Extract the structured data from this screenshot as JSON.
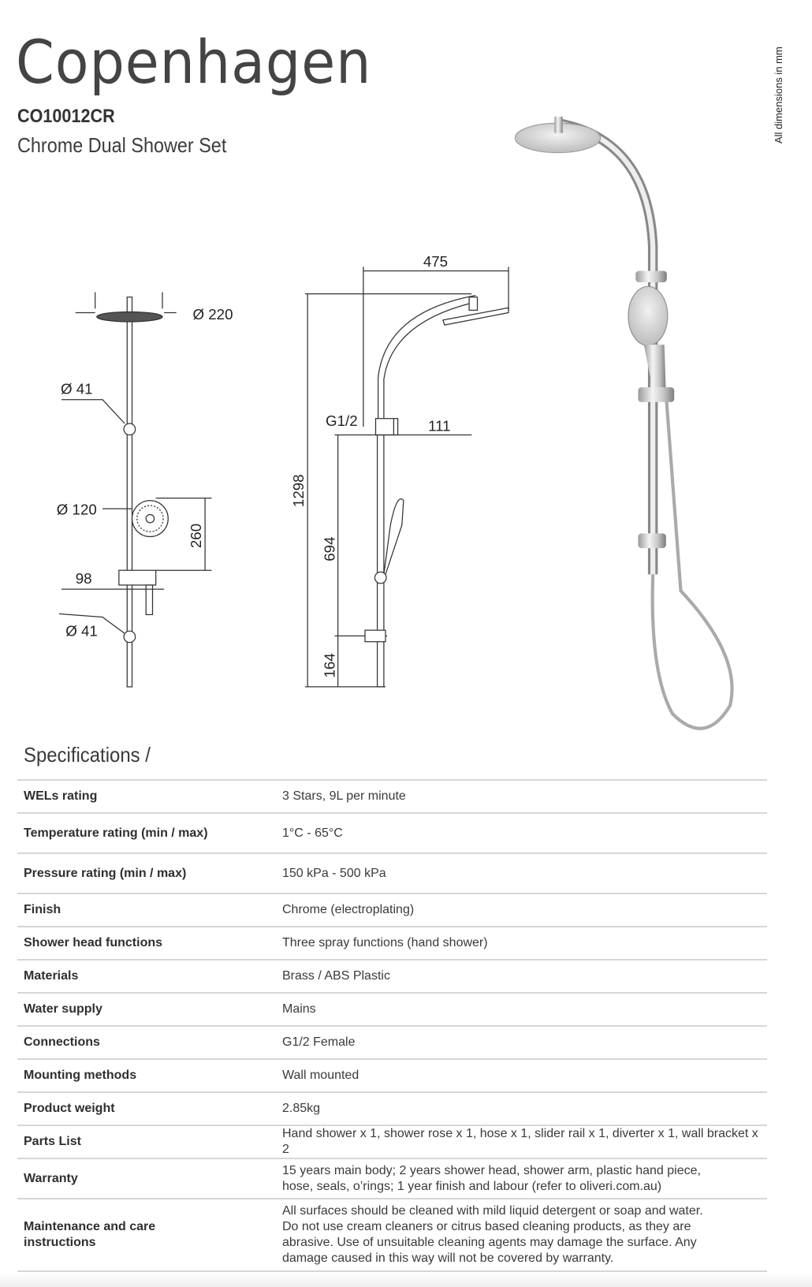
{
  "header": {
    "title": "Copenhagen",
    "code": "CO10012CR",
    "subtitle": "Chrome Dual Shower Set",
    "dimension_note": "All dimensions in mm"
  },
  "drawing": {
    "front": {
      "head_dia": "Ø 220",
      "upper_bracket_dia": "Ø 41",
      "hand_dia": "Ø 120",
      "hand_height": "260",
      "bracket_width": "98",
      "lower_bracket_dia": "Ø 41"
    },
    "side": {
      "reach": "475",
      "total_height": "1298",
      "connection": "G1/2",
      "diverter_depth": "111",
      "slider_height": "694",
      "bottom_height": "164"
    }
  },
  "specifications": {
    "title": "Specifications /",
    "rows": [
      {
        "label": "WELs rating",
        "value": "3 Stars, 9L per minute"
      },
      {
        "label": "Temperature rating (min / max)",
        "value": "1°C - 65°C"
      },
      {
        "label": "Pressure rating (min / max)",
        "value": "150 kPa - 500 kPa"
      },
      {
        "label": "Finish",
        "value": "Chrome (electroplating)"
      },
      {
        "label": "Shower head functions",
        "value": "Three spray functions (hand shower)"
      },
      {
        "label": "Materials",
        "value": "Brass / ABS Plastic"
      },
      {
        "label": "Water supply",
        "value": "Mains"
      },
      {
        "label": "Connections",
        "value": "G1/2 Female"
      },
      {
        "label": "Mounting methods",
        "value": "Wall mounted"
      },
      {
        "label": "Product weight",
        "value": "2.85kg"
      },
      {
        "label": "Parts List",
        "value": "Hand shower x 1, shower rose x 1, hose x 1, slider rail x 1, diverter x 1, wall bracket x 2"
      },
      {
        "label": "Warranty",
        "value": "15 years main body; 2 years shower head, shower arm, plastic hand piece, hose, seals, o’rings; 1 year finish and labour (refer to oliveri.com.au)"
      },
      {
        "label": "Maintenance and care instructions",
        "value": "All surfaces should be cleaned with mild liquid detergent or soap and water. Do not use cream cleaners or citrus based cleaning products, as they are abrasive. Use of unsuitable cleaning agents may damage the surface. Any damage caused in this way will not be covered by warranty."
      }
    ]
  }
}
